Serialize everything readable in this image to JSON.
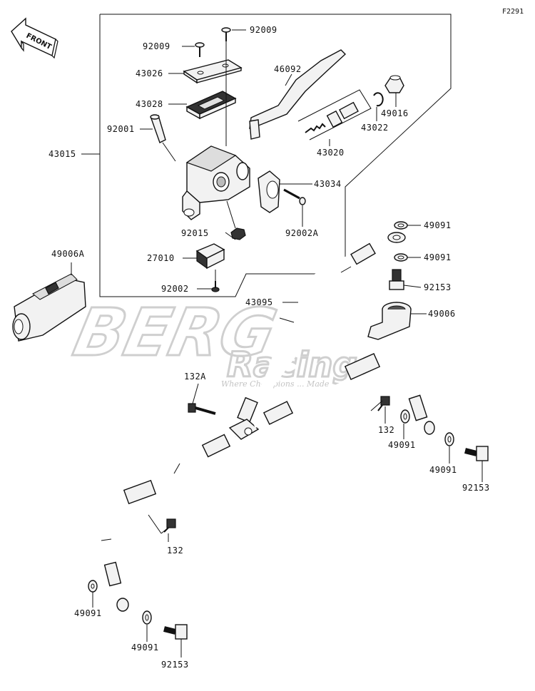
{
  "figure_code": "F2291",
  "front_marker": "FRONT",
  "watermark": {
    "brand": "BERG",
    "sub_brand": "Racing",
    "tagline": "Where Champions ... Made"
  },
  "callouts": {
    "screw_top_right": "92009",
    "screw_top_left": "92009",
    "cap": "43026",
    "diaphragm": "43028",
    "bolt_pivot": "92001",
    "master_cylinder_assy": "43015",
    "lever": "46092",
    "boot": "49016",
    "circlip": "43022",
    "piston_kit": "43020",
    "clamp": "43034",
    "clamp_bolt": "92002A",
    "nut": "92015",
    "switch": "27010",
    "switch_screw": "92002",
    "caliper_cover": "49006A",
    "washer_upper_1": "49091",
    "washer_upper_2": "49091",
    "banjo_upper": "92153",
    "brake_hose_main": "43095",
    "cover_49006": "49006",
    "bolt_132a": "132A",
    "bolt_132_right": "132",
    "washer_right_1": "49091",
    "washer_right_2": "49091",
    "banjo_right": "92153",
    "bolt_132_left": "132",
    "washer_left_1": "49091",
    "washer_left_2": "49091",
    "banjo_left": "92153"
  }
}
